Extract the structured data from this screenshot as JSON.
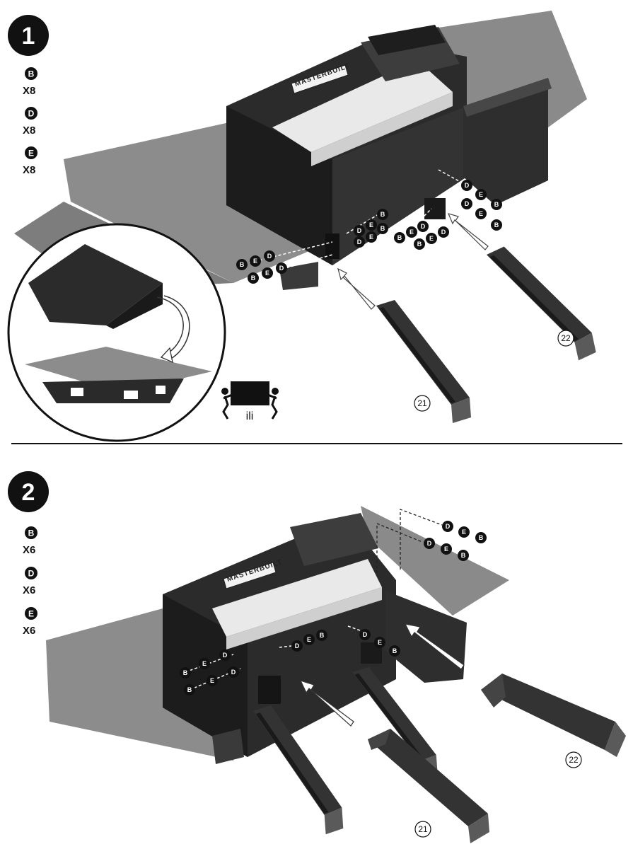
{
  "step1": {
    "number": "1",
    "parts": [
      {
        "letter": "B",
        "qty": "X8"
      },
      {
        "letter": "D",
        "qty": "X8"
      },
      {
        "letter": "E",
        "qty": "X8"
      }
    ],
    "callouts": [
      "21",
      "22"
    ],
    "lift_label": "ili"
  },
  "step2": {
    "number": "2",
    "parts": [
      {
        "letter": "B",
        "qty": "X6"
      },
      {
        "letter": "D",
        "qty": "X6"
      },
      {
        "letter": "E",
        "qty": "X6"
      }
    ],
    "callouts": [
      "21",
      "22"
    ]
  },
  "brand_label": "MASTERBUILT",
  "hardware": {
    "b": "B",
    "d": "D",
    "e": "E"
  },
  "colors": {
    "black": "#111111",
    "dark": "#2b2b2b",
    "mid": "#3d3d3d",
    "cardboard": "#8c8c8c",
    "light": "#e9e9e9"
  }
}
